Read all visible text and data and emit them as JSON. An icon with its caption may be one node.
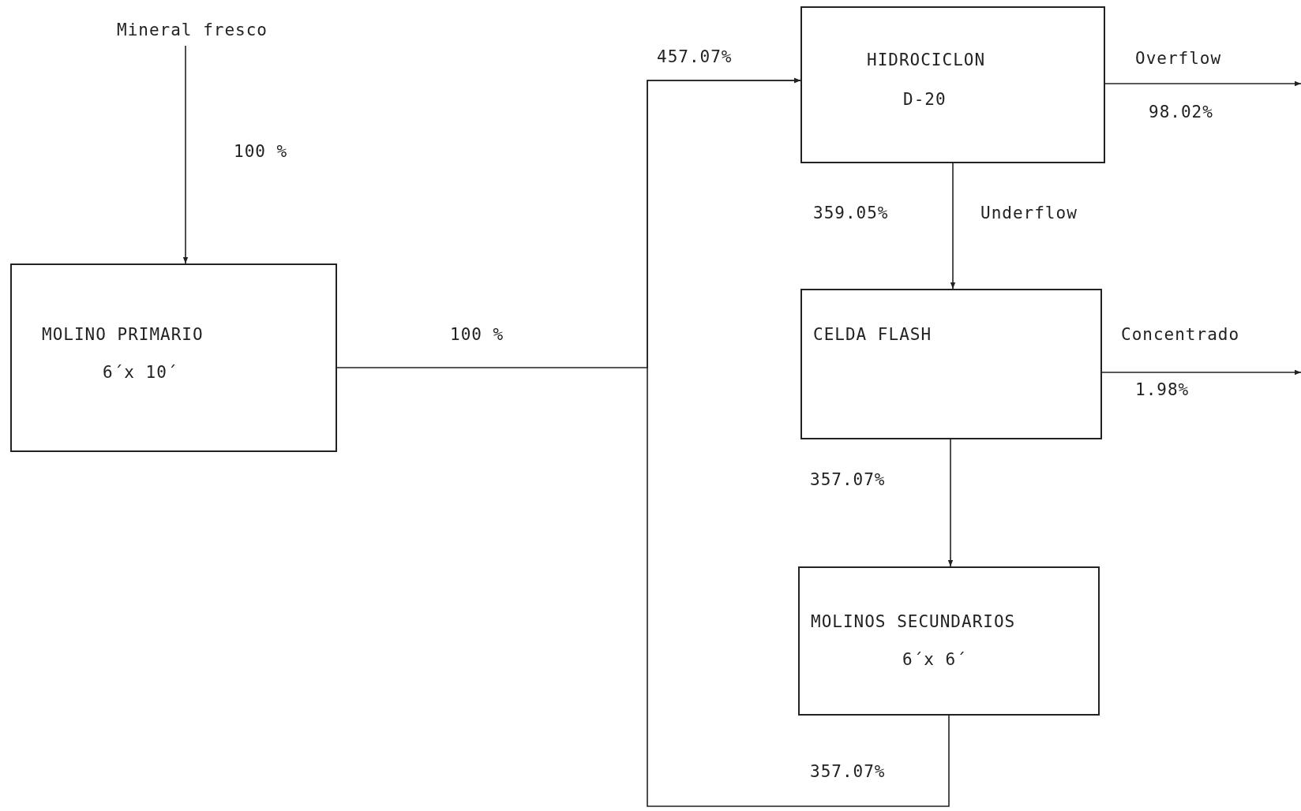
{
  "diagram": {
    "nodes": [
      {
        "text": [
          "Mineral fresco"
        ]
      },
      {
        "text": [
          "MOLINO PRIMARIO",
          "6´x 10´"
        ]
      },
      {
        "text": [
          "HIDROCICLON",
          "D-20"
        ]
      },
      {
        "text": [
          "CELDA FLASH"
        ]
      },
      {
        "text": [
          "MOLINOS SECUNDARIOS",
          "6´x 6´"
        ]
      }
    ],
    "edges": [
      {
        "from": 0,
        "to": 1,
        "arrow": "to",
        "label": "100 %"
      },
      {
        "from": 1,
        "to": 2,
        "arrow": "to",
        "label": "100 %"
      },
      {
        "from": 2,
        "to": null,
        "arrow": "to",
        "label": "Overflow"
      },
      {
        "from": 2,
        "to": 3,
        "arrow": "to",
        "label": "Underflow"
      },
      {
        "from": 3,
        "to": null,
        "arrow": "to",
        "label": "Concentrado"
      },
      {
        "from": 3,
        "to": 4,
        "arrow": "to",
        "label": "357.07%"
      },
      {
        "from": 4,
        "to": 2,
        "arrow": "to",
        "label": "357.07%"
      }
    ],
    "labels": [
      "457.07%",
      "98.02%",
      "359.05%",
      "1.98%"
    ]
  }
}
